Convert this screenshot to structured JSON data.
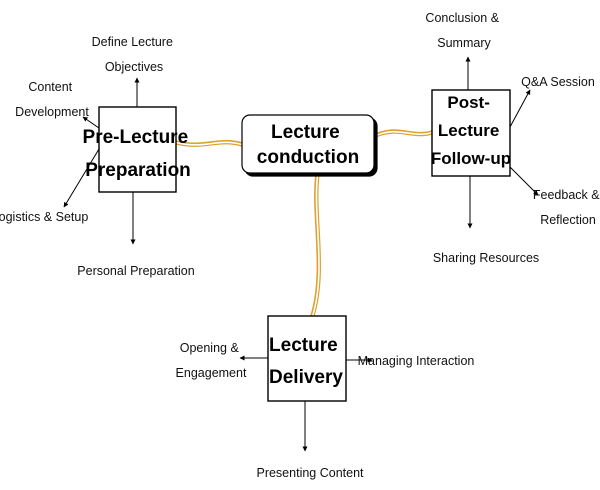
{
  "center": {
    "lines": [
      "Lecture",
      "conduction"
    ]
  },
  "pre": {
    "lines": [
      "Pre-Lecture",
      "Preparation"
    ],
    "leaves": {
      "objectives": [
        "Define Lecture",
        "Objectives"
      ],
      "content": [
        "Content",
        "Development"
      ],
      "logistics": [
        "Logistics & Setup"
      ],
      "personal": [
        "Personal Preparation"
      ]
    }
  },
  "post": {
    "lines": [
      "Post-",
      "Lecture",
      "Follow-up"
    ],
    "leaves": {
      "conclusion": [
        "Conclusion &",
        "Summary"
      ],
      "qa": [
        "Q&A Session"
      ],
      "feedback": [
        "Feedback &",
        "Reflection"
      ],
      "sharing": [
        "Sharing Resources"
      ]
    }
  },
  "delivery": {
    "lines": [
      "Lecture",
      "Delivery"
    ],
    "leaves": {
      "opening": [
        "Opening &",
        "Engagement"
      ],
      "interaction": [
        "Managing Interaction"
      ],
      "presenting": [
        "Presenting Content"
      ]
    }
  },
  "colors": {
    "connector": "#E0A030",
    "box_border": "#000000"
  }
}
